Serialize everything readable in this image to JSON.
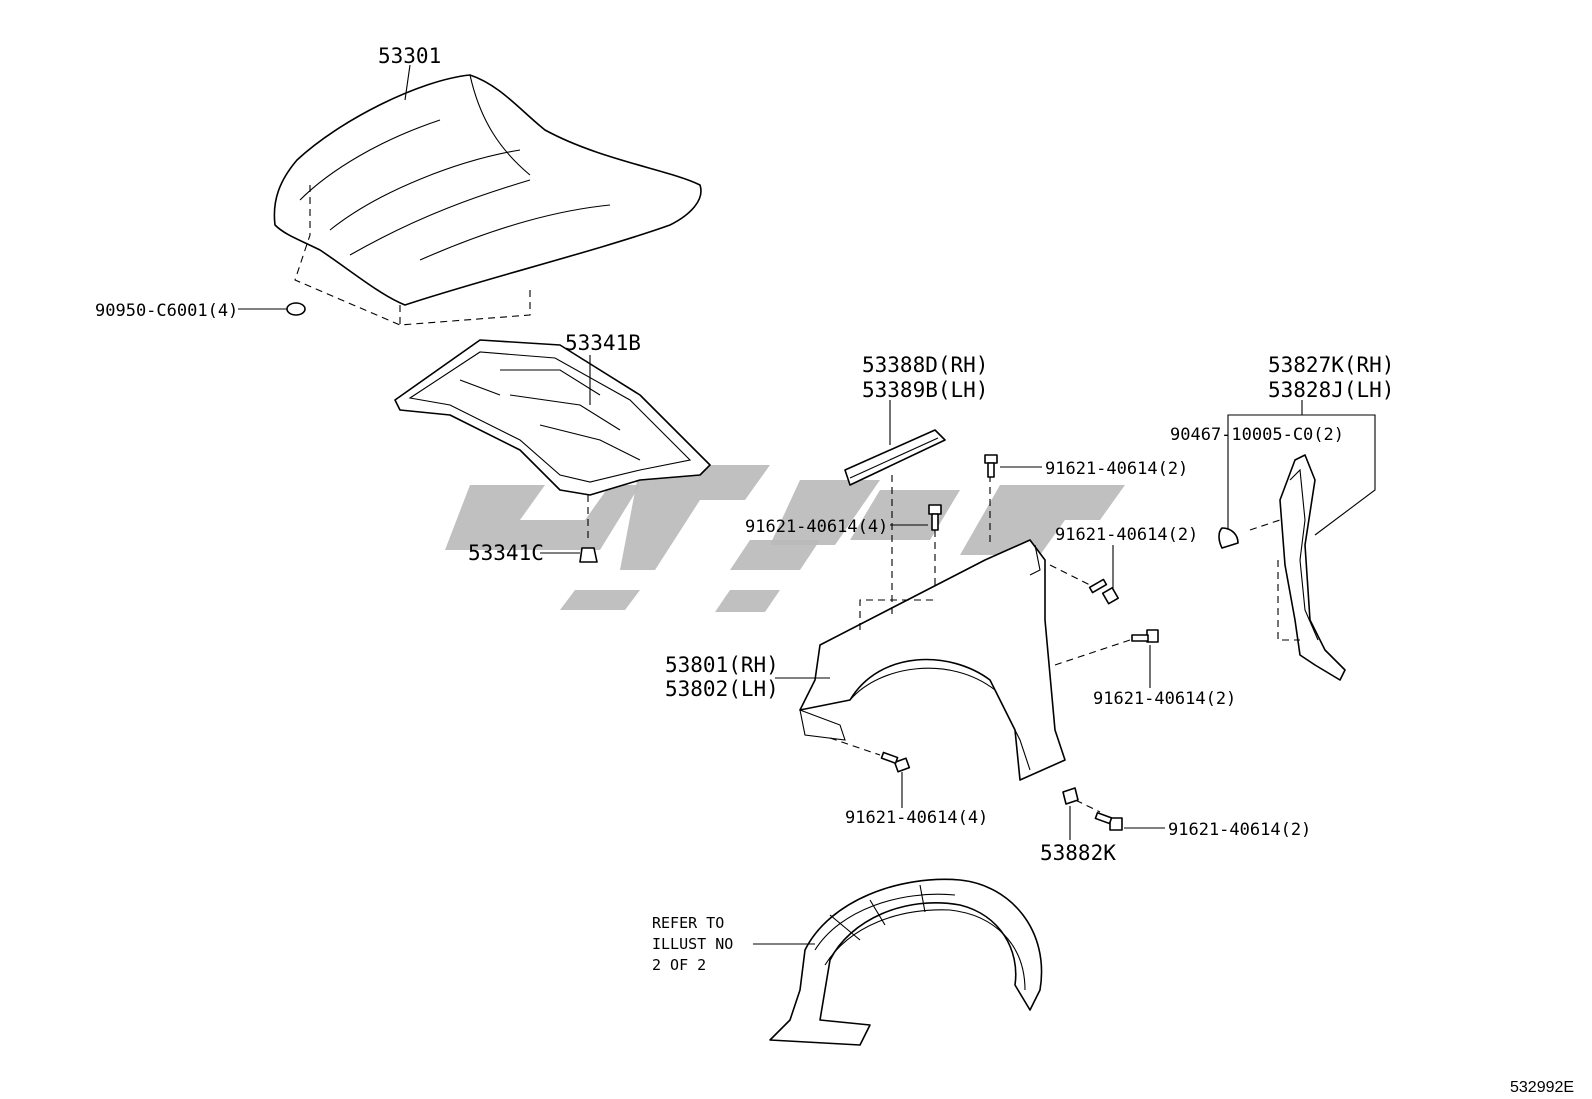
{
  "labels": {
    "hood": "53301",
    "hood_cushion": "90950-C6001(4)",
    "insulator": "53341B",
    "insulator_clip": "53341C",
    "seal_rh": "53388D(RH)",
    "seal_lh": "53389B(LH)",
    "bolt_top_right": "91621-40614(2)",
    "bolt_upper_left": "91621-40614(4)",
    "bolt_upper_right": "91621-40614(2)",
    "bolt_mid_right": "91621-40614(2)",
    "bolt_lower_left": "91621-40614(4)",
    "bolt_lower_right": "91621-40614(2)",
    "fender_rh": "53801(RH)",
    "fender_lh": "53802(LH)",
    "retainer": "53882K",
    "bracket_rh": "53827K(RH)",
    "bracket_lh": "53828J(LH)",
    "bracket_clip": "90467-10005-C0(2)",
    "refer_line1": "REFER TO",
    "refer_line2": "ILLUST NO",
    "refer_line3": "2 OF 2",
    "diagram_code": "532992E"
  },
  "colors": {
    "line": "#000000",
    "watermark": "#b9b9b9"
  }
}
